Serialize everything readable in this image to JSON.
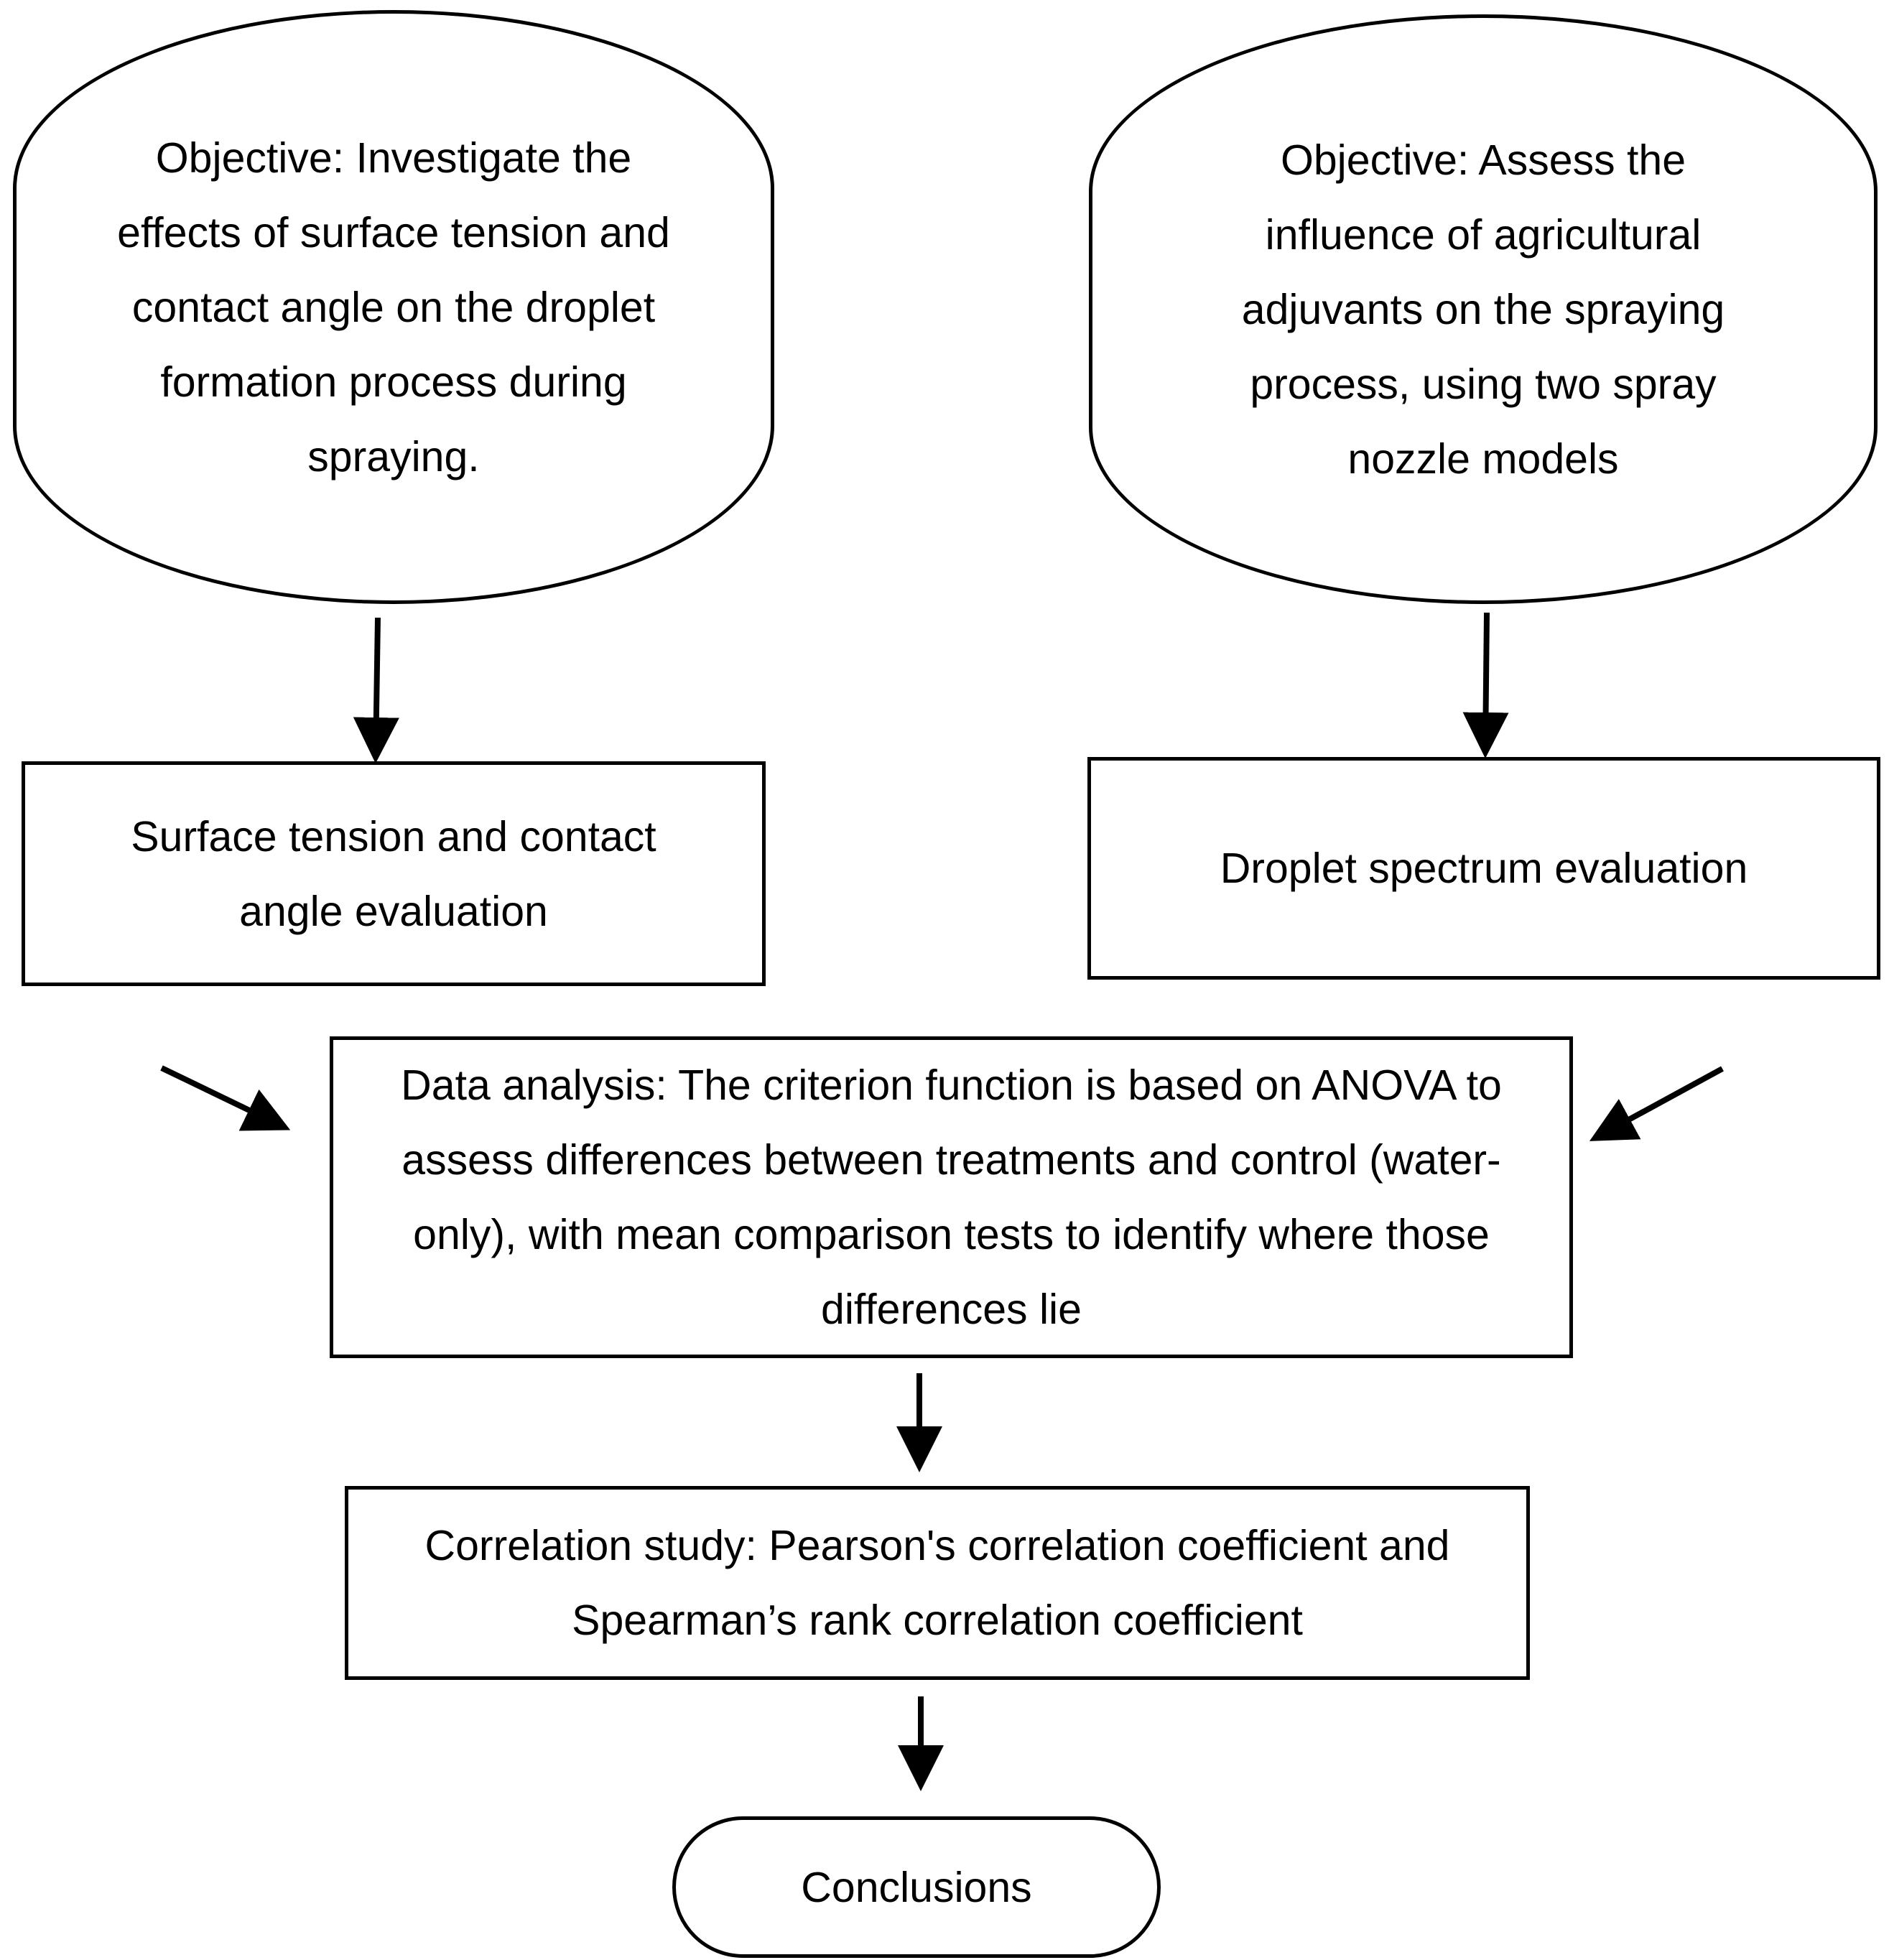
{
  "diagram": {
    "nodes": {
      "objective_left": "Objective: Investigate the effects of surface tension and contact angle on the droplet formation process during spraying.",
      "objective_right": "Objective: Assess the influence of agricultural adjuvants on the spraying process, using two spray nozzle models",
      "step_surface_tension": "Surface tension and contact angle evaluation",
      "step_droplet_spectrum": "Droplet spectrum evaluation",
      "step_data_analysis": "Data analysis: The criterion function is based on ANOVA to assess differences between treatments and control (water-only), with mean comparison tests to identify where those differences lie",
      "step_correlation": "Correlation study: Pearson's correlation coefficient and Spearman’s rank correlation coefficient",
      "terminal_conclusions": "Conclusions"
    },
    "edges": [
      {
        "from": "objective_left",
        "to": "step_surface_tension"
      },
      {
        "from": "objective_right",
        "to": "step_droplet_spectrum"
      },
      {
        "from": "step_surface_tension",
        "to": "step_data_analysis"
      },
      {
        "from": "step_droplet_spectrum",
        "to": "step_data_analysis"
      },
      {
        "from": "step_data_analysis",
        "to": "step_correlation"
      },
      {
        "from": "step_correlation",
        "to": "terminal_conclusions"
      }
    ],
    "colors": {
      "stroke": "#000000",
      "fill": "#ffffff",
      "text": "#000000"
    }
  }
}
